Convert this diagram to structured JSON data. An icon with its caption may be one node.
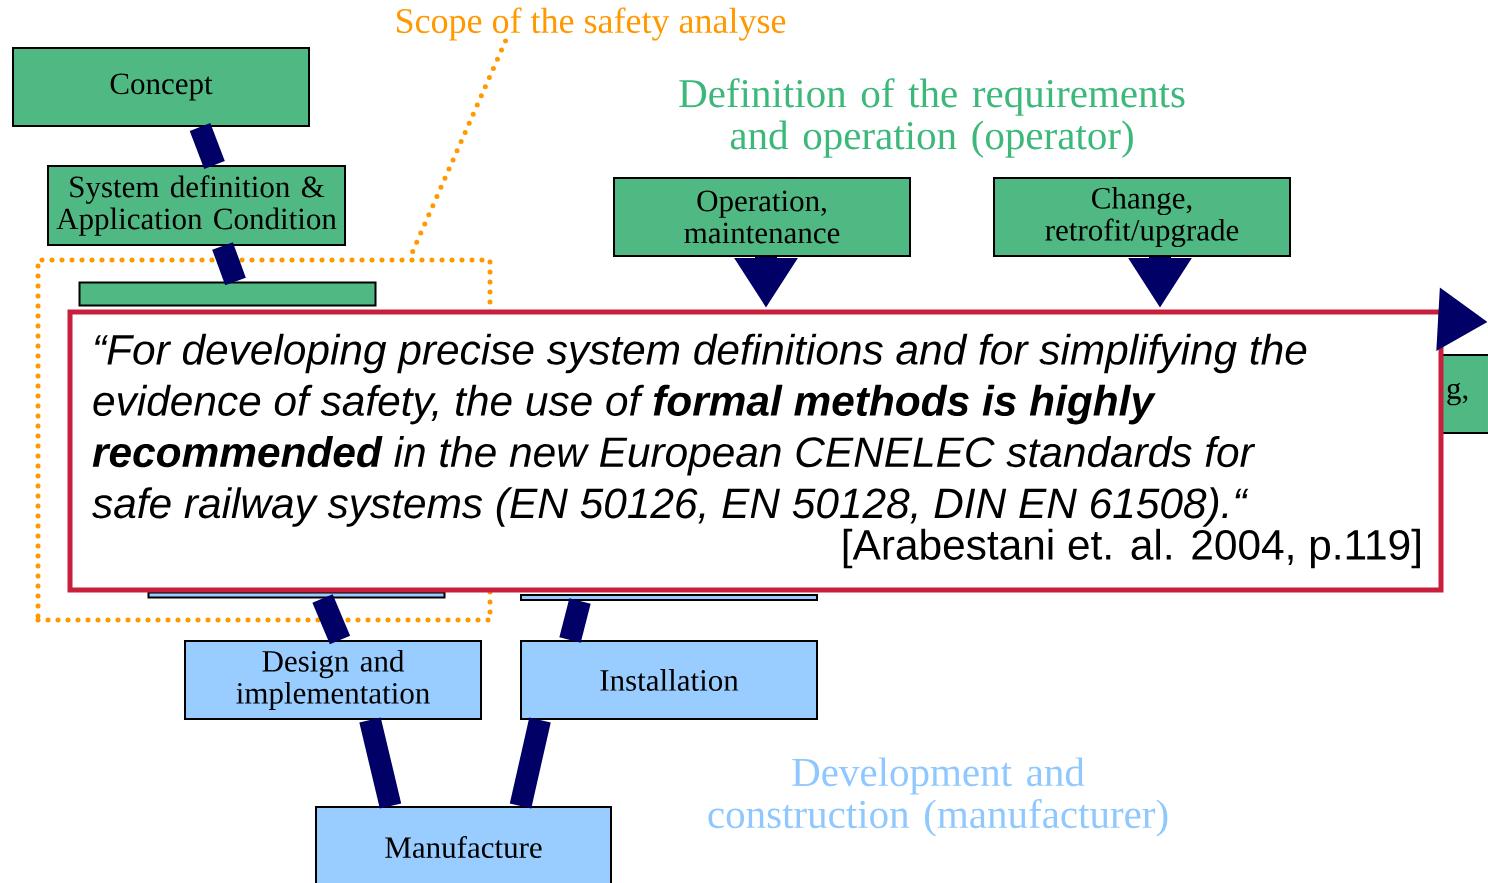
{
  "diagram": {
    "nodes": [
      {
        "text": [
          "Concept"
        ]
      },
      {
        "text": [
          "System definition & Application Condition"
        ]
      },
      {
        "text": [],
        "shape": "box",
        "in": 13
      },
      {
        "text": [
          "Operation, maintenance"
        ]
      },
      {
        "text": [
          "Change, retrofit/upgrade"
        ]
      },
      {
        "text": [
          "g,"
        ]
      },
      {
        "text": [],
        "shape": "box",
        "in": 13
      },
      {
        "text": [],
        "shape": "box"
      },
      {
        "text": [
          "Design and implementation"
        ]
      },
      {
        "text": [
          "Installation"
        ]
      },
      {
        "text": [
          "Manufacture"
        ]
      },
      {
        "text": [
          "“For developing precise system definitions and for simplifying the evidence of safety, the use of **formal methods is highly recommended** in the new European CENELEC standards for safe railway systems (EN 50126, EN 50128, DIN EN 61508).“",
          "[Arabestani et. al. 2004, p.119]"
        ]
      },
      {
        "text": [
          "Scope of the safety analyse"
        ]
      },
      {
        "text": [],
        "shape": "box"
      }
    ],
    "edges": [
      {
        "from": 0,
        "to": 1,
        "arrow": "none"
      },
      {
        "from": 1,
        "to": 2,
        "arrow": "none"
      },
      {
        "from": 6,
        "to": 8,
        "arrow": "none"
      },
      {
        "from": 8,
        "to": 10,
        "arrow": "none"
      },
      {
        "from": 10,
        "to": 9,
        "arrow": "none"
      },
      {
        "from": 9,
        "to": 7,
        "arrow": "none"
      },
      {
        "from": 3,
        "to": null,
        "arrow": "to"
      },
      {
        "from": 4,
        "to": null,
        "arrow": "to"
      },
      {
        "from": 12,
        "to": 13,
        "arrow": "none",
        "style": "dashed",
        "color": "#ff9900"
      },
      {
        "from": 11,
        "to": null,
        "arrow": "to"
      }
    ],
    "labels": [
      "Definition of the requirements and operation (operator)",
      "Development and construction (manufacturer)"
    ]
  }
}
